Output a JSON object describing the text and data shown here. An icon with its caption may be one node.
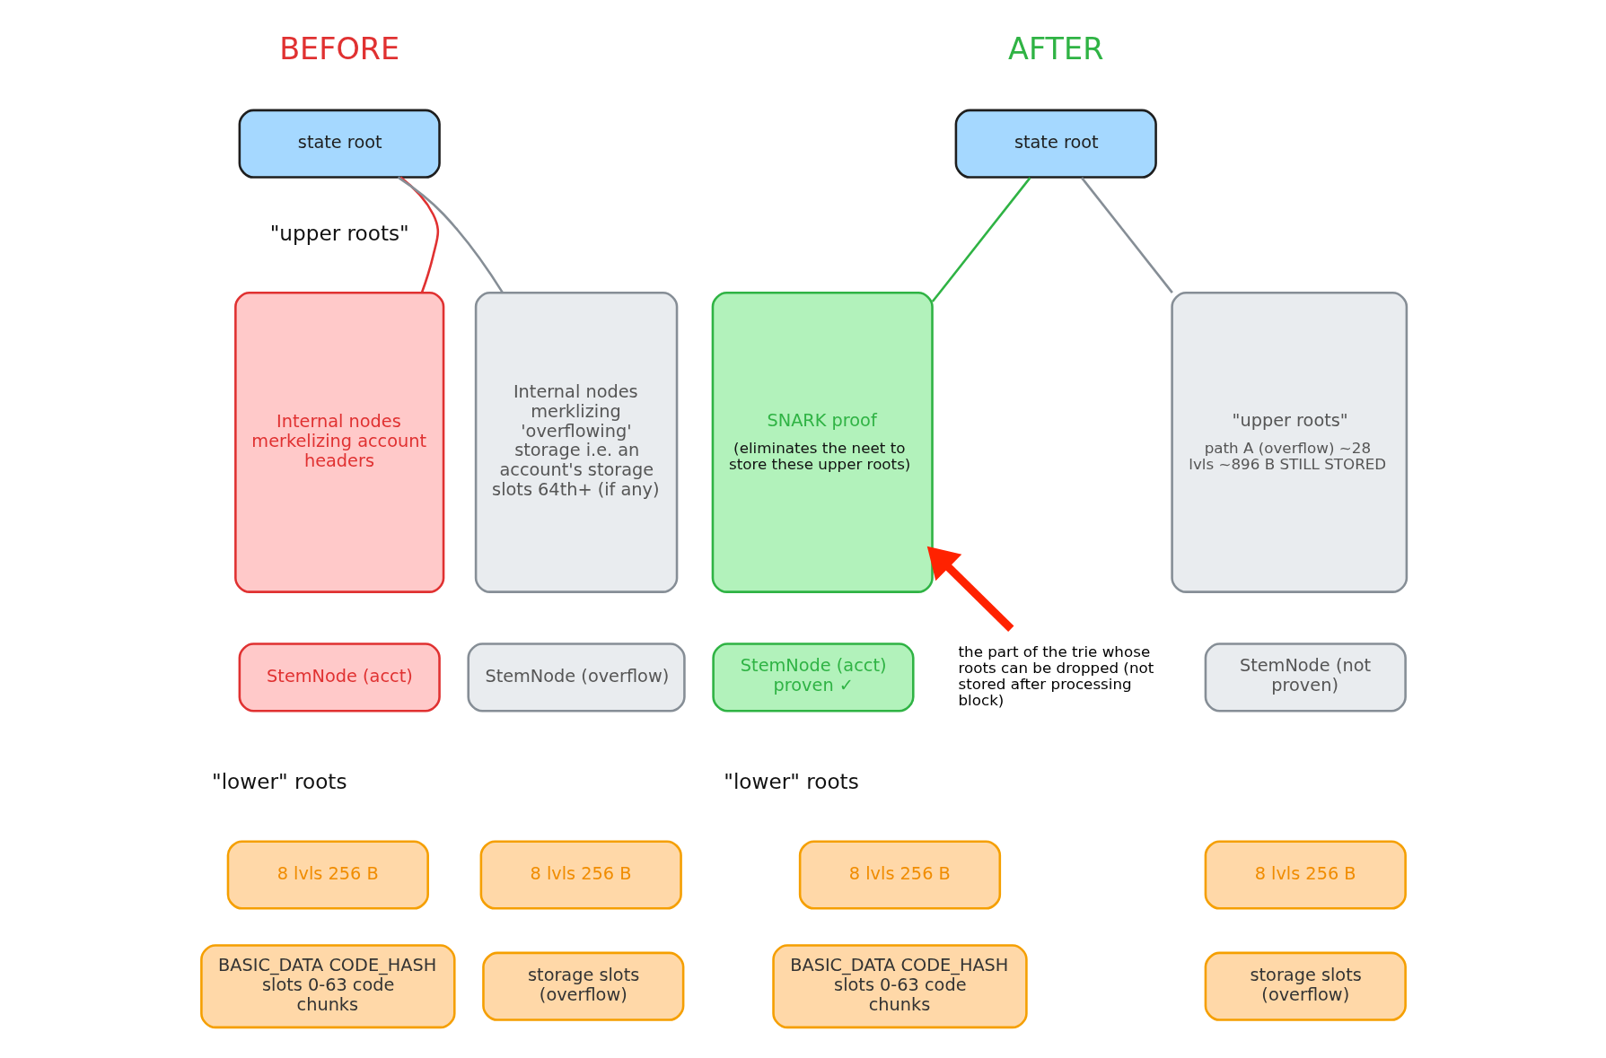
{
  "diagram": {
    "nodes": [
      {
        "text": [
          "state root"
        ]
      },
      {
        "text": [
          "Internal nodes merkelizing account headers"
        ]
      },
      {
        "text": [
          "Internal nodes merklizing 'overflowing' storage i.e. an account's storage slots 64th+ (if any)"
        ]
      },
      {
        "text": [
          "StemNode (acct)"
        ]
      },
      {
        "text": [
          "StemNode (overflow)"
        ]
      },
      {
        "text": [
          "8 lvls 256 B"
        ]
      },
      {
        "text": [
          "8 lvls 256 B"
        ]
      },
      {
        "text": [
          "BASIC_DATA CODE_HASH slots 0-63 code chunks"
        ]
      },
      {
        "text": [
          "storage slots (overflow)"
        ]
      },
      {
        "text": [
          "state root"
        ]
      },
      {
        "text": [
          "SNARK proof",
          "(eliminates the neet to store these upper roots)"
        ]
      },
      {
        "text": [
          "\"upper roots\"",
          "path A (overflow) ~28 lvls ~896 B STILL STORED"
        ]
      },
      {
        "text": [
          "StemNode (acct) proven ✓"
        ]
      },
      {
        "text": [
          "StemNode (not proven)"
        ]
      },
      {
        "text": [
          "8 lvls 256 B"
        ]
      },
      {
        "text": [
          "8 lvls 256 B"
        ]
      },
      {
        "text": [
          "BASIC_DATA CODE_HASH slots 0-63 code chunks"
        ]
      },
      {
        "text": [
          "storage slots (overflow)"
        ]
      },
      {
        "text": [
          "the part of the trie whose roots can be dropped (not stored after processing block)"
        ]
      }
    ],
    "edges": [
      {
        "from": 0,
        "to": 1,
        "arrow": "none",
        "color": "#e03131"
      },
      {
        "from": 0,
        "to": 2,
        "arrow": "none",
        "color": "#868e96"
      },
      {
        "from": 9,
        "to": 10,
        "arrow": "none",
        "color": "#2fb344"
      },
      {
        "from": 9,
        "to": 11,
        "arrow": "none",
        "color": "#868e96"
      },
      {
        "from": 18,
        "to": 10,
        "arrow": "to",
        "style": "thick",
        "color": "#ff2200"
      }
    ],
    "labels": [
      "BEFORE",
      "AFTER",
      "\"upper roots\"",
      "\"lower\" roots",
      "\"lower\" roots"
    ]
  }
}
